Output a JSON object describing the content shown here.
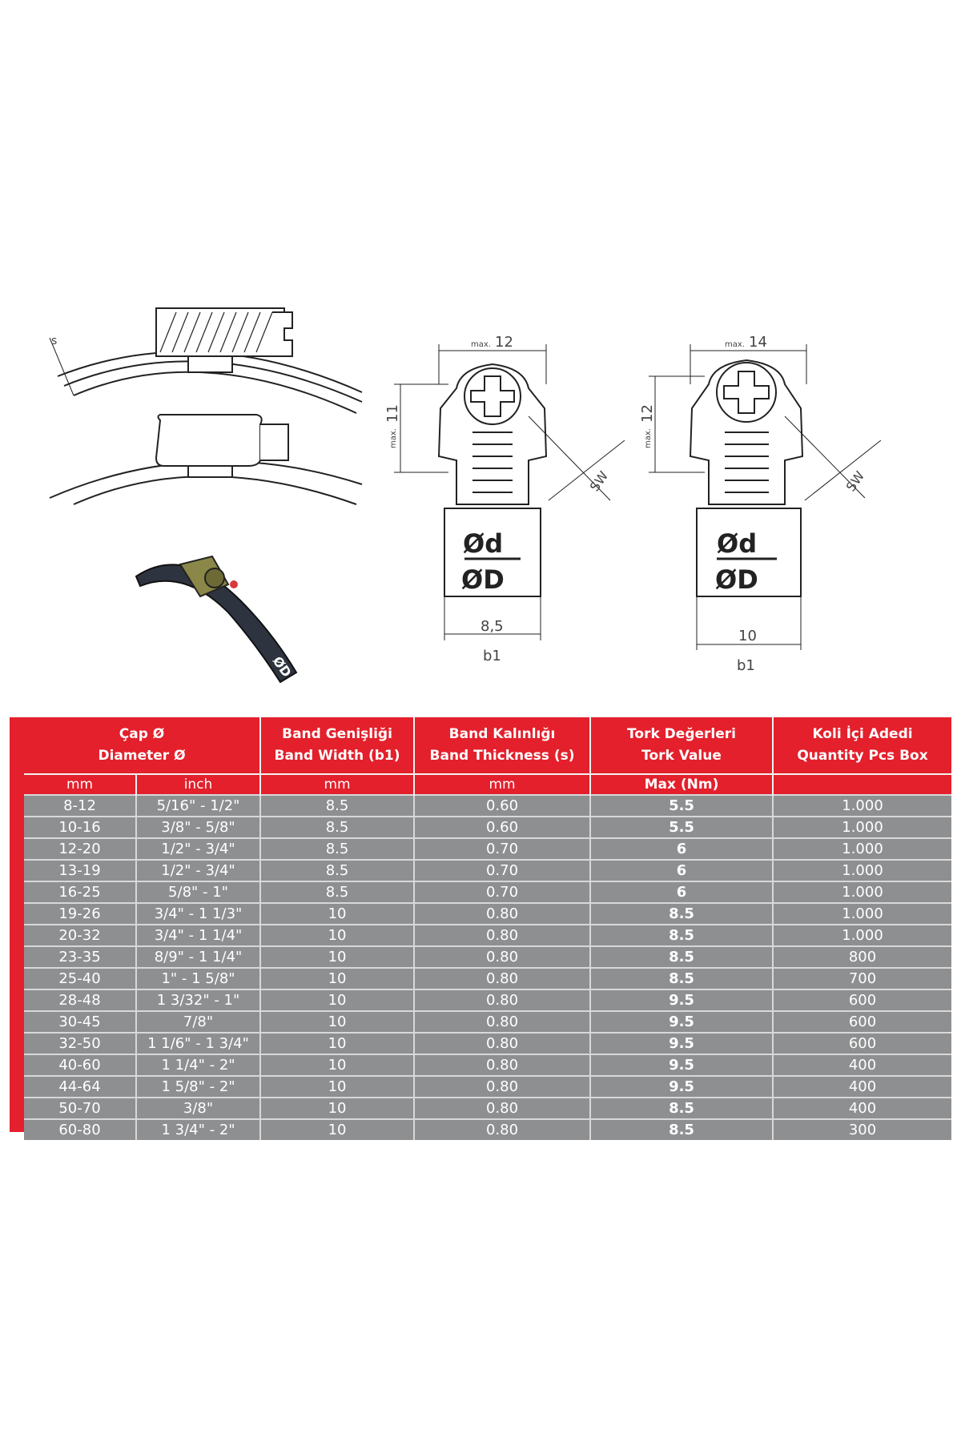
{
  "drawing": {
    "label_s": "s",
    "left_view": {
      "max_label": "max.",
      "width_dim": "12",
      "height_dim": "11",
      "sw": "SW",
      "od_small": "Ød",
      "od_large": "ØD",
      "band_dim": "8,5",
      "b1": "b1"
    },
    "right_view": {
      "max_label": "max.",
      "width_dim": "14",
      "height_dim": "12",
      "sw": "SW",
      "od_small": "Ød",
      "od_large": "ØD",
      "band_dim": "10",
      "b1": "b1"
    }
  },
  "table": {
    "headers": {
      "diameter": [
        "Çap Ø",
        "Diameter Ø"
      ],
      "band_width": [
        "Band Genişliği",
        "Band Width (b1)"
      ],
      "band_thickness": [
        "Band Kalınlığı",
        "Band Thickness (s)"
      ],
      "torque": [
        "Tork Değerleri",
        "Tork Value"
      ],
      "quantity": [
        "Koli İçi Adedi",
        "Quantity Pcs Box"
      ]
    },
    "units": {
      "mm": "mm",
      "inch": "inch",
      "band_width": "mm",
      "band_thickness": "mm",
      "torque": "Max (Nm)",
      "quantity": ""
    },
    "rows": [
      [
        "8-12",
        "5/16\" - 1/2\"",
        "8.5",
        "0.60",
        "5.5",
        "1.000"
      ],
      [
        "10-16",
        "3/8\" - 5/8\"",
        "8.5",
        "0.60",
        "5.5",
        "1.000"
      ],
      [
        "12-20",
        "1/2\" - 3/4\"",
        "8.5",
        "0.70",
        "6",
        "1.000"
      ],
      [
        "13-19",
        "1/2\" - 3/4\"",
        "8.5",
        "0.70",
        "6",
        "1.000"
      ],
      [
        "16-25",
        "5/8\" - 1\"",
        "8.5",
        "0.70",
        "6",
        "1.000"
      ],
      [
        "19-26",
        "3/4\" - 1 1/3\"",
        "10",
        "0.80",
        "8.5",
        "1.000"
      ],
      [
        "20-32",
        "3/4\" - 1 1/4\"",
        "10",
        "0.80",
        "8.5",
        "1.000"
      ],
      [
        "23-35",
        "8/9\" - 1 1/4\"",
        "10",
        "0.80",
        "8.5",
        "800"
      ],
      [
        "25-40",
        "1\" - 1 5/8\"",
        "10",
        "0.80",
        "8.5",
        "700"
      ],
      [
        "28-48",
        "1 3/32\" - 1\"",
        "10",
        "0.80",
        "9.5",
        "600"
      ],
      [
        "30-45",
        "7/8\"",
        "10",
        "0.80",
        "9.5",
        "600"
      ],
      [
        "32-50",
        "1 1/6\" - 1 3/4\"",
        "10",
        "0.80",
        "9.5",
        "600"
      ],
      [
        "40-60",
        "1 1/4\" - 2\"",
        "10",
        "0.80",
        "9.5",
        "400"
      ],
      [
        "44-64",
        "1 5/8\" - 2\"",
        "10",
        "0.80",
        "9.5",
        "400"
      ],
      [
        "50-70",
        "3/8\"",
        "10",
        "0.80",
        "8.5",
        "400"
      ],
      [
        "60-80",
        "1 3/4\" - 2\"",
        "10",
        "0.80",
        "8.5",
        "300"
      ]
    ]
  }
}
